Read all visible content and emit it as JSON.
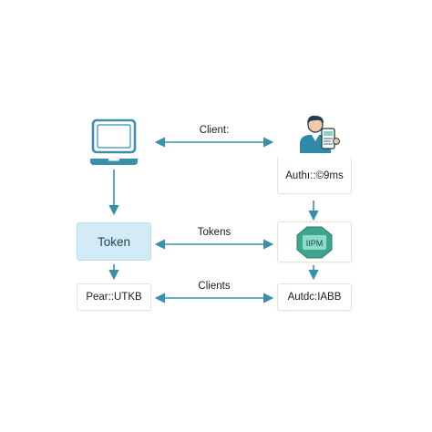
{
  "diagram": {
    "labels": {
      "top": "Client:",
      "middle": "Tokens",
      "bottom": "Clients"
    },
    "nodes": {
      "laptop_icon": "laptop-icon",
      "user_icon": "user-with-phone-icon",
      "token_box": "Token",
      "auth_box": "Authı::©9ms",
      "badge": "IIPM",
      "left_bottom_box": "Pear::UTKB",
      "right_bottom_box": "Autdc:IABB"
    },
    "colors": {
      "stroke": "#3a8fab",
      "token_fill": "#d3ebf6",
      "badge_fill": "#3fa58f",
      "badge_inner": "#8cdccb",
      "border": "#e6e3d9"
    }
  }
}
